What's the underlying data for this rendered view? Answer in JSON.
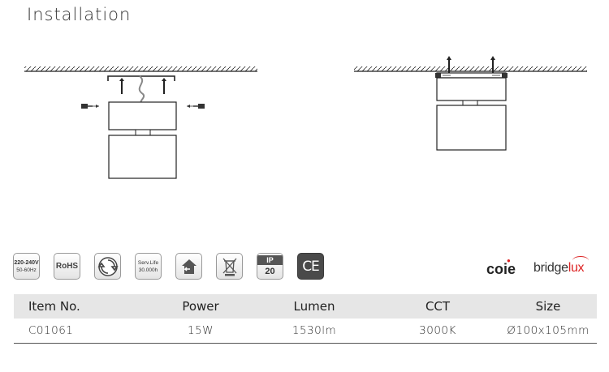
{
  "title": "Installation",
  "icons": [
    {
      "name": "voltage-icon",
      "lines": [
        "220-240V",
        "50-60Hz"
      ]
    },
    {
      "name": "rohs-icon",
      "lines": [
        "RoHS"
      ]
    },
    {
      "name": "recycle-icon",
      "lines": []
    },
    {
      "name": "service-life-icon",
      "lines": [
        "Serv.Life",
        "30.000h"
      ]
    },
    {
      "name": "indoor-use-icon",
      "lines": []
    },
    {
      "name": "weee-bin-icon",
      "lines": []
    },
    {
      "name": "ip-rating-icon",
      "lines": [
        "IP",
        "20"
      ]
    },
    {
      "name": "ce-mark-icon",
      "lines": [
        "CE"
      ]
    }
  ],
  "brands": {
    "coie": "coie",
    "bridgelux_a": "bridge",
    "bridgelux_b": "lux"
  },
  "table": {
    "headers": [
      "Item No.",
      "Power",
      "Lumen",
      "CCT",
      "Size"
    ],
    "row": [
      "C01061",
      "15W",
      "1530lm",
      "3000K",
      "Ø100x105mm"
    ]
  },
  "colors": {
    "accent_red": "#d22222",
    "header_bg": "#e6e6e6"
  }
}
